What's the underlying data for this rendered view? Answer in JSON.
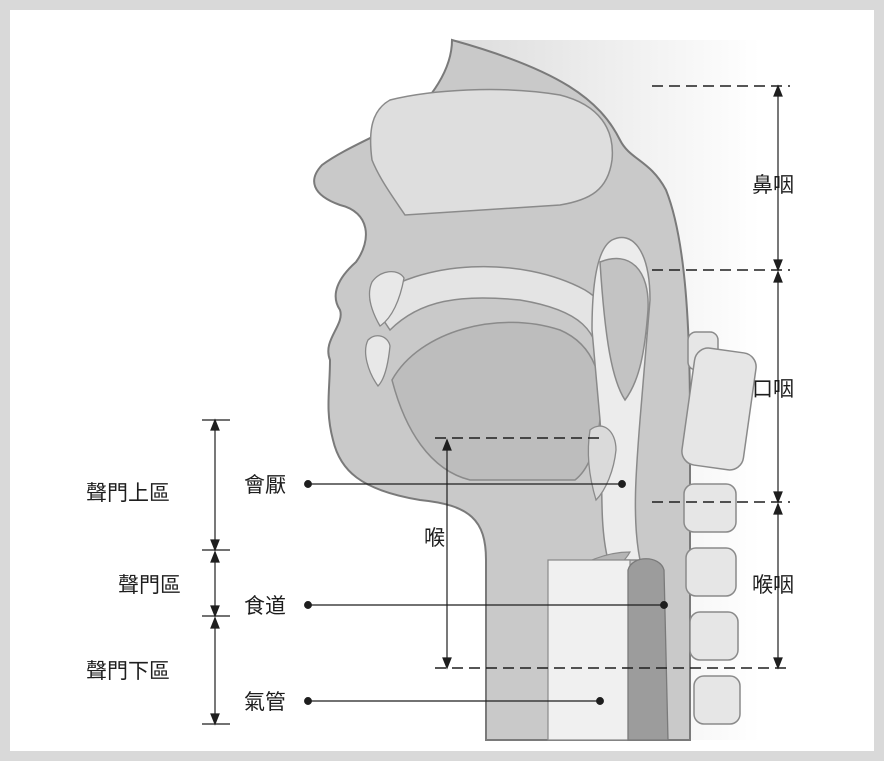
{
  "labels": {
    "nasopharynx": "鼻咽",
    "oropharynx": "口咽",
    "laryngopharynx": "喉咽",
    "larynx": "喉",
    "epiglottis": "會厭",
    "esophagus": "食道",
    "trachea": "氣管",
    "supraglottis": "聲門上區",
    "glottis": "聲門區",
    "subglottis": "聲門下區"
  },
  "colors": {
    "background": "#d9d9d9",
    "panel": "#ffffff",
    "tissue": "#c8c8c8",
    "tissue_dark": "#a9a9a9",
    "line": "#1e1e1e"
  }
}
